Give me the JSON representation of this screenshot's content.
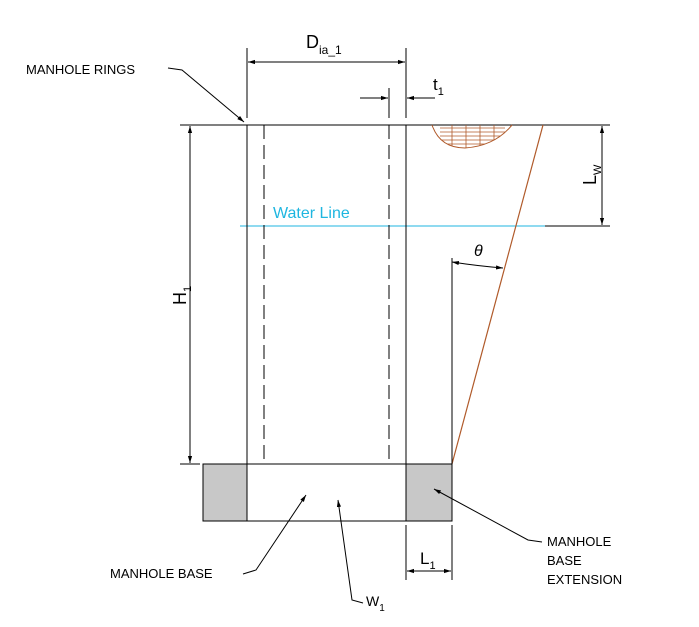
{
  "labels": {
    "manhole_rings": "MANHOLE RINGS",
    "dia_main": "D",
    "dia_sub": "ia_1",
    "t_main": "t",
    "t_sub": "1",
    "lw_main": "L",
    "lw_sub": "W",
    "water_line": "Water Line",
    "theta": "θ",
    "h_main": "H",
    "h_sub": "1",
    "manhole_base": "MANHOLE BASE",
    "ext_line1": "MANHOLE",
    "ext_line2": "BASE",
    "ext_line3": "EXTENSION",
    "l_main": "L",
    "l_sub": "1",
    "w_main": "W",
    "w_sub": "1"
  },
  "colors": {
    "line": "#000000",
    "water": "#1fb6e0",
    "soil": "#b05a2a",
    "extension_fill": "#c8c8c8"
  }
}
